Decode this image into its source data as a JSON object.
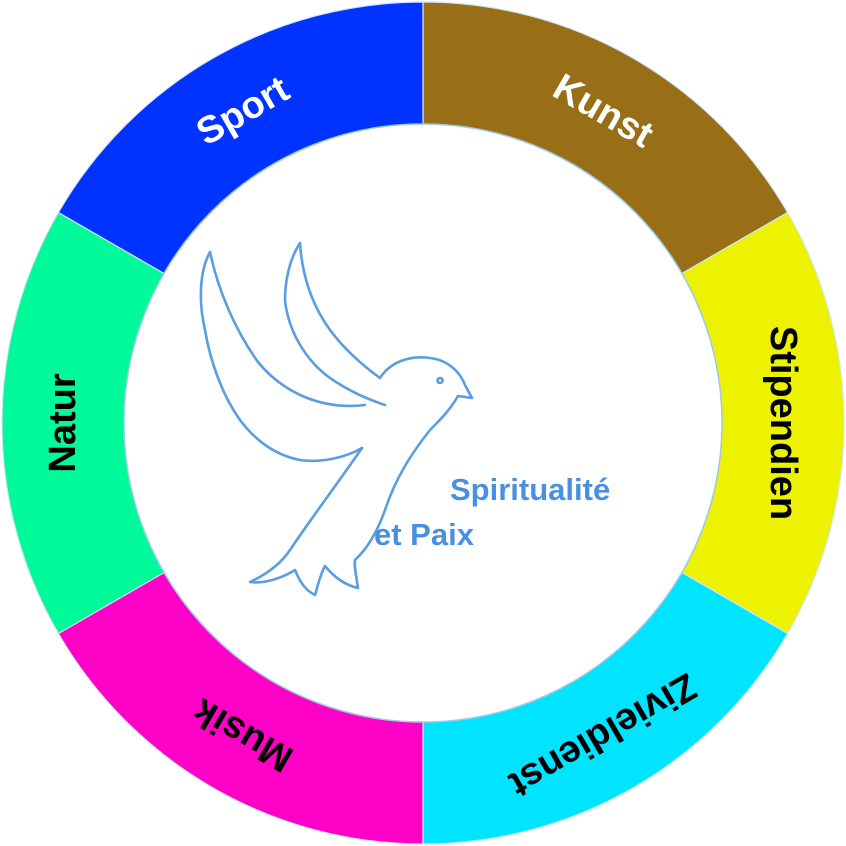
{
  "segments": [
    {
      "label": "Kunst",
      "color": "#986E16",
      "text_color": "#ffffff"
    },
    {
      "label": "Stipendien",
      "color": "#ECF200",
      "text_color": "#000000"
    },
    {
      "label": "Zivieldienst",
      "color": "#00E4FF",
      "text_color": "#000000"
    },
    {
      "label": "Musik",
      "color": "#FF00C6",
      "text_color": "#000000"
    },
    {
      "label": "Natur",
      "color": "#00FA9A",
      "text_color": "#000000"
    },
    {
      "label": "Sport",
      "color": "#0033FF",
      "text_color": "#ffffff"
    }
  ],
  "center": {
    "line1": "Spiritualité",
    "line2": "et Paix",
    "color": "#4A90E2",
    "logo_icon": "dove-icon"
  }
}
